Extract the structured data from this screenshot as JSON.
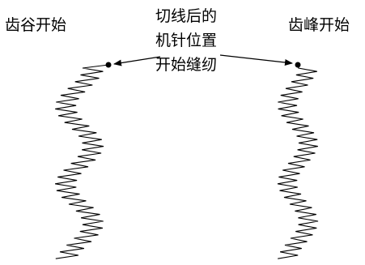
{
  "labels": {
    "left": "齿谷开始",
    "right": "齿峰开始",
    "center_lines": [
      "切线后的",
      "机针位置",
      "开始缝纫"
    ]
  },
  "colors": {
    "stroke": "#000000",
    "background": "#ffffff"
  }
}
